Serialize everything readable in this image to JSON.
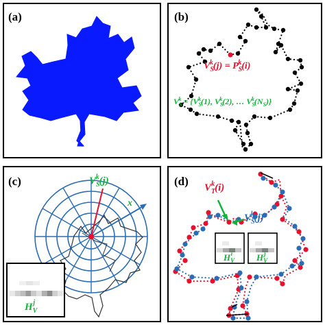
{
  "panels": {
    "a": {
      "label": "(a)"
    },
    "b": {
      "label": "(b)",
      "eq_red": {
        "V": "V",
        "sub": "S",
        "sup": "k",
        "arg": "(j) = ",
        "P": "P",
        "psub": "S",
        "psup": "k",
        "parg": "(i)"
      },
      "eq_green": "V_S^k = {V_S^k(1), V_S^k(2), … V_S^k(N_S)}",
      "eq_green_parts": {
        "lhs": "V",
        "sub": "S",
        "sup": "k",
        "mid": " = {",
        "a1": "(1), ",
        "a2": "(2), … ",
        "a3": "(N",
        "end": ")}"
      }
    },
    "c": {
      "label": "(c)",
      "v_label": {
        "V": "V",
        "sub": "S",
        "sup": "k",
        "arg": "(j)"
      },
      "x_label": "x",
      "h_label": {
        "H": "H",
        "sub": "V",
        "sup": "j"
      }
    },
    "d": {
      "label": "(d)",
      "vt_label": {
        "V": "V",
        "sub": "T",
        "sup": "k",
        "arg": "(i)"
      },
      "vs_label": {
        "V": "V",
        "sub": "S",
        "sup": "k",
        "arg": "(j)"
      },
      "h1_label": {
        "H": "H",
        "sub": "V",
        "sup": "i"
      },
      "h2_label": {
        "H": "H",
        "sub": "V",
        "sup": "j"
      }
    }
  },
  "colors": {
    "leaf_fill": "#0a1aff",
    "red": "#e8112d",
    "green": "#12b33a",
    "blue": "#2a6db5",
    "black": "#000000"
  }
}
